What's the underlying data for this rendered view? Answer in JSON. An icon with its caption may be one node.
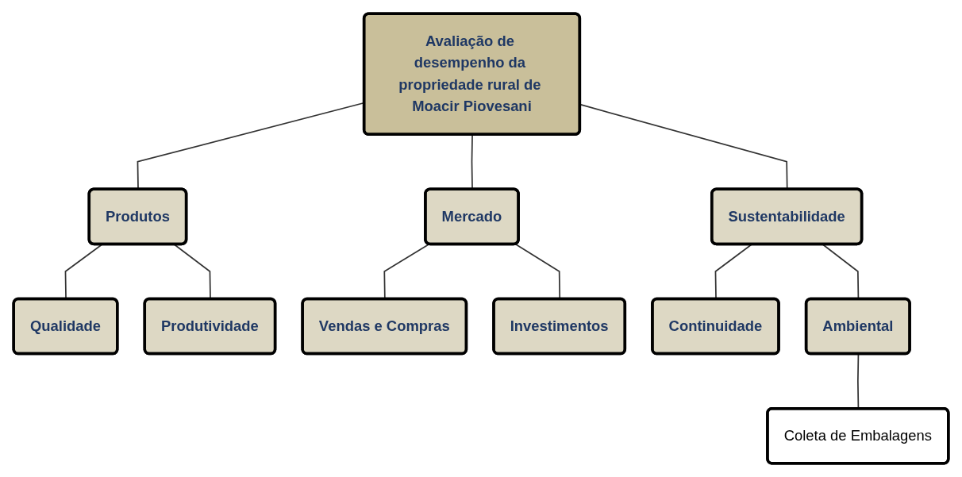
{
  "diagram": {
    "nodes": [
      {
        "text": [
          "Avaliação de desempenho da propriedade rural de Moacir Piovesani"
        ]
      },
      {
        "text": [
          "Produtos"
        ]
      },
      {
        "text": [
          "Mercado"
        ]
      },
      {
        "text": [
          "Sustentabilidade"
        ]
      },
      {
        "text": [
          "Qualidade"
        ]
      },
      {
        "text": [
          "Produtividade"
        ]
      },
      {
        "text": [
          "Vendas e Compras"
        ]
      },
      {
        "text": [
          "Investimentos"
        ]
      },
      {
        "text": [
          "Continuidade"
        ]
      },
      {
        "text": [
          "Ambiental"
        ]
      },
      {
        "text": [
          "Coleta de Embalagens"
        ]
      }
    ],
    "edges": [
      {
        "from": 0,
        "to": 1,
        "arrow": "none"
      },
      {
        "from": 0,
        "to": 2,
        "arrow": "none"
      },
      {
        "from": 0,
        "to": 3,
        "arrow": "none"
      },
      {
        "from": 1,
        "to": 4,
        "arrow": "none"
      },
      {
        "from": 1,
        "to": 5,
        "arrow": "none"
      },
      {
        "from": 2,
        "to": 6,
        "arrow": "none"
      },
      {
        "from": 2,
        "to": 7,
        "arrow": "none"
      },
      {
        "from": 3,
        "to": 8,
        "arrow": "none"
      },
      {
        "from": 3,
        "to": 9,
        "arrow": "none"
      },
      {
        "from": 9,
        "to": 10,
        "arrow": "none"
      }
    ]
  }
}
